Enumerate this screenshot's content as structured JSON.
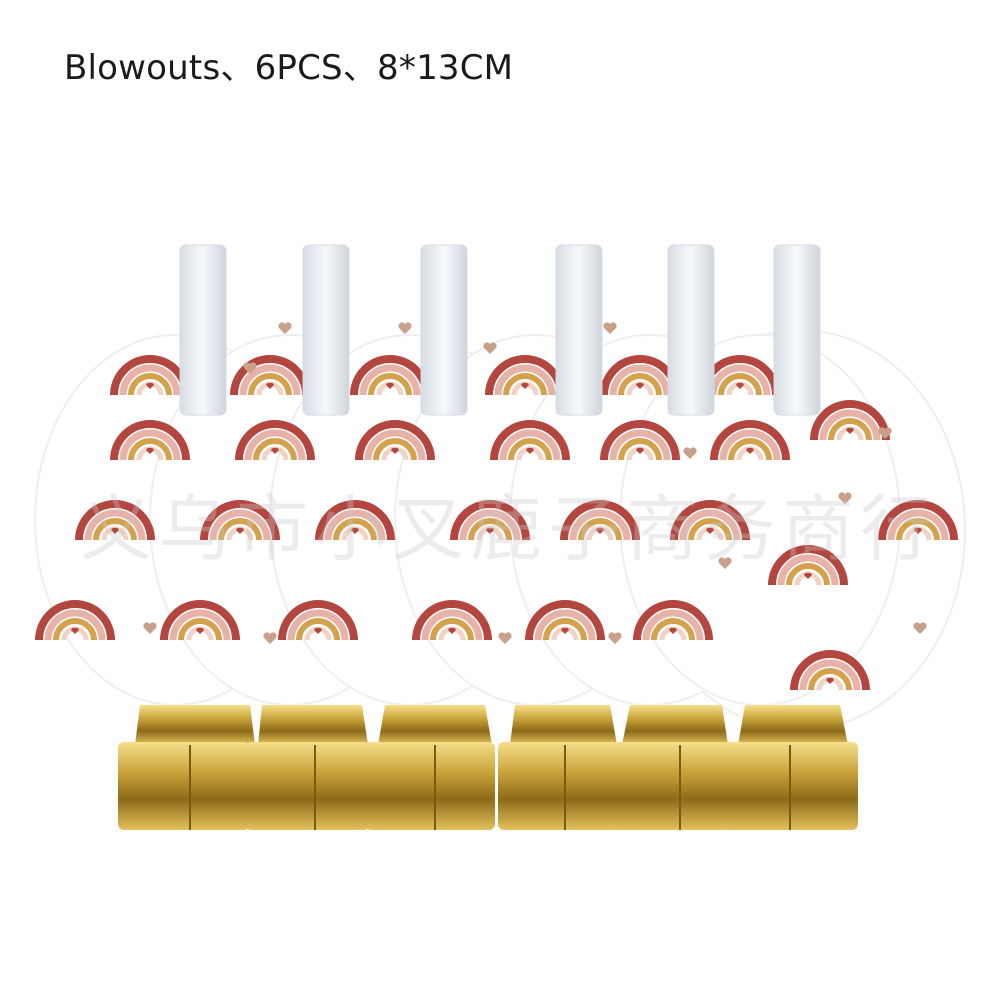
{
  "caption": "Blowouts、6PCS、8*13CM",
  "watermark": "义乌市小叉鹿子商务商行",
  "colors": {
    "background": "#ffffff",
    "gold": "#c9a23a",
    "mouthpiece": "#e9edf2",
    "rainbow_outer": "#b3463f",
    "rainbow_pink": "#e7b2a8",
    "rainbow_gold": "#d4a24c",
    "heart": "#c9a08a"
  },
  "product": {
    "count": 6,
    "item_name": "party blowout"
  }
}
